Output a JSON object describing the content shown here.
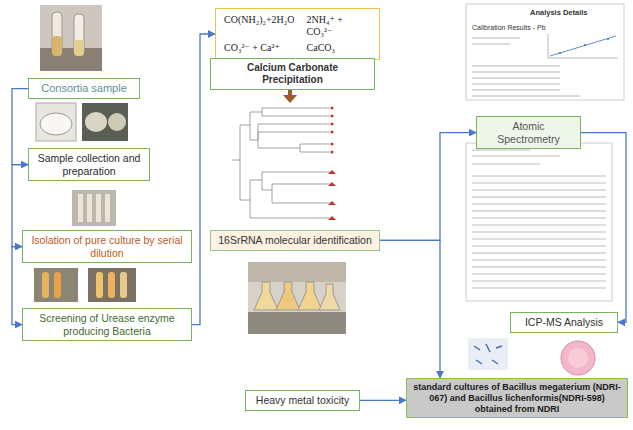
{
  "diagram": {
    "nodes": [
      {
        "text": [
          "Consortia sample"
        ]
      },
      {
        "text": [
          "Sample collection and preparation"
        ]
      },
      {
        "text": [
          "Isolation of pure culture by serial dilution"
        ]
      },
      {
        "text": [
          "Screening of Urease enzyme producing Bacteria"
        ]
      },
      {
        "text": [
          "CO(NH₂)₂+2H₂O",
          "2NH₄⁺ + CO₃²⁻",
          "CO₃²⁻ + Ca²⁺",
          "CaCO₃"
        ]
      },
      {
        "text": [
          "Calcium Carbonate Precipitation"
        ]
      },
      {
        "text": [
          "16SrRNA molecular identification"
        ]
      },
      {
        "text": [
          "Heavy metal toxicity"
        ]
      },
      {
        "text": [
          "Atomic Spectrometry"
        ]
      },
      {
        "text": [
          "ICP-MS Analysis"
        ]
      },
      {
        "text": [
          "standard cultures of Bacillus megaterium (NDRI-067) and Bacillus lichenformis(NDRI-598) obtained from NDRI"
        ]
      }
    ],
    "edges": [
      {
        "from": 0,
        "to": 1,
        "arrow": "to"
      },
      {
        "from": 1,
        "to": 2,
        "arrow": "to"
      },
      {
        "from": 2,
        "to": 3,
        "arrow": "to"
      },
      {
        "from": 3,
        "to": 4,
        "arrow": "to"
      },
      {
        "from": 6,
        "to": 8,
        "arrow": "to"
      },
      {
        "from": 6,
        "to": 10,
        "arrow": "to"
      },
      {
        "from": 7,
        "to": 10,
        "arrow": "to"
      },
      {
        "from": 8,
        "to": 9,
        "arrow": "to"
      }
    ],
    "labels": [
      "Analysis Details",
      "Calibration Results - Pb"
    ]
  }
}
